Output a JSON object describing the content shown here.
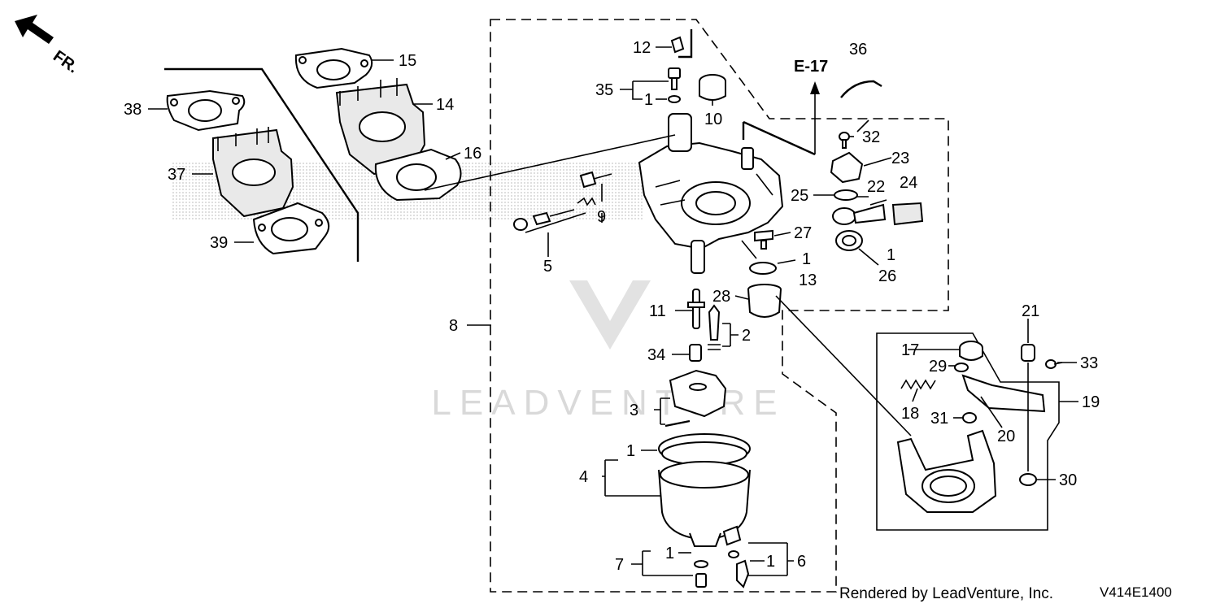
{
  "direction_label": "FR.",
  "reference": "E-17",
  "watermark": "LEADVENTURE",
  "footer": {
    "rendered_by": "Rendered by LeadVenture, Inc.",
    "diagram_code": "V414E1400"
  },
  "callouts": {
    "c1a": "1",
    "c1b": "1",
    "c1c": "1",
    "c1d": "1",
    "c1e": "1",
    "c1f": "1",
    "c2": "2",
    "c3": "3",
    "c4": "4",
    "c5": "5",
    "c6": "6",
    "c7": "7",
    "c8": "8",
    "c9": "9",
    "c10": "10",
    "c11": "11",
    "c12": "12",
    "c13": "13",
    "c14": "14",
    "c15": "15",
    "c16": "16",
    "c17": "17",
    "c18": "18",
    "c19": "19",
    "c20": "20",
    "c21": "21",
    "c22": "22",
    "c23": "23",
    "c24": "24",
    "c25": "25",
    "c26": "26",
    "c27": "27",
    "c28": "28",
    "c29": "29",
    "c30": "30",
    "c31": "31",
    "c32": "32",
    "c33": "33",
    "c34": "34",
    "c35": "35",
    "c36": "36",
    "c37": "37",
    "c38": "38",
    "c39": "39"
  }
}
